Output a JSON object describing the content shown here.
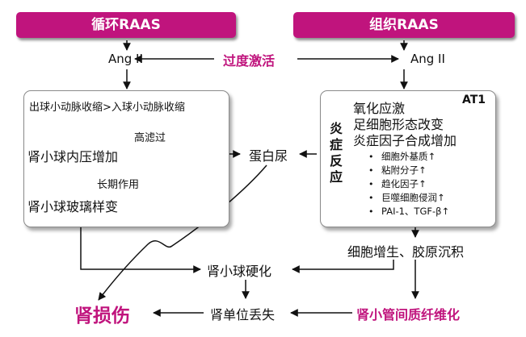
{
  "headers": {
    "circulating": "循环RAAS",
    "tissue": "组织RAAS"
  },
  "ang_left": "Ang II",
  "ang_right": "Ang II",
  "over_activation": "过度激活",
  "left_box": {
    "line1": "出球小动脉收缩>入球小动脉收缩",
    "high_filtration": "高滤过",
    "pressure": "肾小球内压增加",
    "long_term": "长期作用",
    "hyalinosis": "肾小球玻璃样变"
  },
  "proteinuria": "蛋白尿",
  "right_box": {
    "at1": "AT1",
    "inflammation": "炎症反应",
    "line1": "氧化应激",
    "line2": "足细胞形态改变",
    "line3": "炎症因子合成增加",
    "bullets": [
      "细胞外基质↑",
      "粘附分子↑",
      "趋化因子↑",
      "巨噬细胞侵润↑",
      "PAI-1、TGF-β↑"
    ]
  },
  "proliferation": "细胞增生、胶原沉积",
  "sclerosis": "肾小球硬化",
  "nephron_loss": "肾单位丢失",
  "fibrosis": "肾小管间质纤维化",
  "kidney_damage": "肾损伤",
  "colors": {
    "accent": "#c0147d",
    "arrow": "#111111",
    "border": "#8a8a8a"
  }
}
